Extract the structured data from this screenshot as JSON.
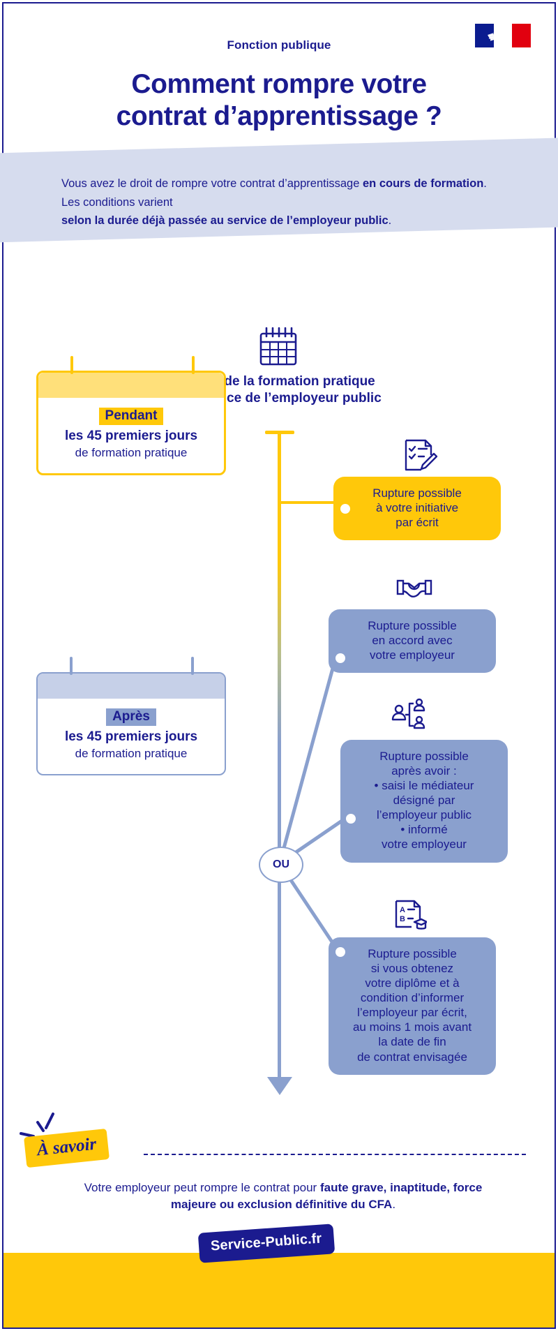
{
  "colors": {
    "brand_blue": "#1B1B8F",
    "yellow": "#FFC80A",
    "light_yellow": "#FFE07A",
    "light_blue": "#8AA0CE",
    "pale_blue": "#D6DCEE",
    "flag_blue": "#0B1C8F",
    "flag_red": "#E1000F"
  },
  "header": {
    "eyebrow": "Fonction publique",
    "title_line1": "Comment rompre votre",
    "title_line2": "contrat d’apprentissage ?",
    "flag_alt": "french-republic-flag"
  },
  "intro": {
    "part1": "Vous avez le droit de rompre votre contrat d’apprentissage ",
    "bold1": "en cours de formation",
    "part2": ". Les conditions varient",
    "bold2": "selon la durée déjà passée au service de l’employeur public",
    "part3": "."
  },
  "timeline": {
    "start_icon": "calendar-icon",
    "start_caption_line1": "Début de la formation pratique",
    "start_caption_line2": "au service de l’employeur public",
    "or_label": "OU"
  },
  "periods": [
    {
      "id": "pendant",
      "tag": "Pendant",
      "line1": "les 45 premiers jours",
      "line2": "de formation pratique"
    },
    {
      "id": "apres",
      "tag": "Après",
      "line1": "les 45 premiers jours",
      "line2": "de formation pratique"
    }
  ],
  "bubbles": [
    {
      "id": "initiative",
      "icon": "checklist-pencil-icon",
      "lines": [
        "Rupture possible",
        "à votre initiative",
        "par écrit"
      ],
      "bullets": []
    },
    {
      "id": "accord-employeur",
      "icon": "handshake-icon",
      "lines": [
        "Rupture possible",
        "en accord avec",
        "votre employeur"
      ],
      "bullets": []
    },
    {
      "id": "mediateur",
      "icon": "mediator-people-icon",
      "lines": [
        "Rupture possible",
        "après avoir :"
      ],
      "bullets": [
        "• saisi le médiateur",
        "désigné par",
        "l’employeur public",
        "• informé",
        "votre employeur"
      ]
    },
    {
      "id": "diplome",
      "icon": "diploma-graduation-icon",
      "lines": [
        "Rupture possible",
        "si vous obtenez",
        "votre diplôme et à",
        "condition d’informer",
        "l’employeur par écrit,",
        "au moins 1 mois avant",
        "la date de fin",
        "de contrat envisagée"
      ],
      "bullets": []
    }
  ],
  "note": {
    "badge": "À savoir",
    "part1": "Votre employeur peut rompre le contrat pour ",
    "bold1": "faute grave, inaptitude, force majeure ou exclusion définitive du CFA",
    "part2": "."
  },
  "footer": {
    "logo": "Service-Public.fr"
  }
}
